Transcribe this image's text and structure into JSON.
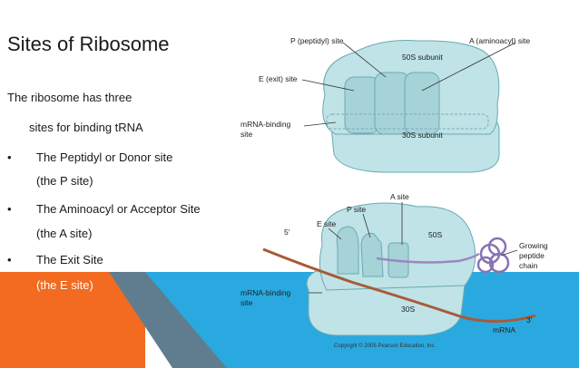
{
  "slide": {
    "title": "Sites of Ribosome",
    "intro_line1": "The ribosome has three",
    "intro_line2": "sites for binding tRNA",
    "bullets": [
      {
        "marker": "•",
        "line1": "The Peptidyl or Donor site",
        "line2": "(the P site)"
      },
      {
        "marker": "•",
        "line1": "The Aminoacyl or Acceptor Site",
        "line2": "(the A site)"
      },
      {
        "marker": "•",
        "line1": "The Exit Site",
        "line2": "(the E site)"
      }
    ],
    "colors": {
      "orange": "#f26b21",
      "blue": "#29a9e0",
      "slate": "#5f7d8e",
      "ribosome": "#bfe3e6"
    }
  },
  "top_diagram": {
    "p_site": "P (peptidyl) site",
    "a_site": "A (aminoacyl) site",
    "e_site": "E (exit) site",
    "subunit_50s": "50S subunit",
    "mrna_binding_1": "mRNA-binding",
    "mrna_binding_2": "site",
    "subunit_30s": "30S subunit"
  },
  "bottom_diagram": {
    "a_site": "A site",
    "p_site": "P site",
    "e_site": "E site",
    "five_prime": "5′",
    "label_50s": "50S",
    "growing_1": "Growing",
    "growing_2": "peptide",
    "growing_3": "chain",
    "mrna_binding_1": "mRNA-binding",
    "mrna_binding_2": "site",
    "label_30s": "30S",
    "three_prime": "3′",
    "mrna": "mRNA",
    "copyright": "Copyright © 2005 Pearson Education, Inc."
  }
}
